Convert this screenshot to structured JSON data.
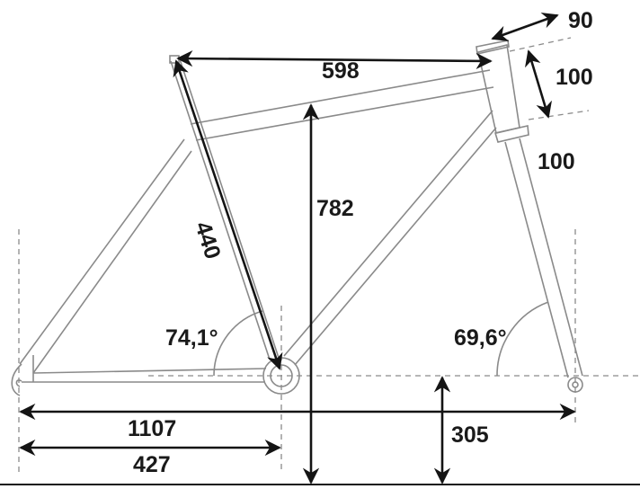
{
  "title": "Bike frame geometry",
  "dimensions": {
    "top_tube": "598",
    "seat_tube": "440",
    "stack": "782",
    "seat_angle": "74,1°",
    "head_angle": "69,6°",
    "wheelbase": "1107",
    "chainstay": "427",
    "bb_height": "305",
    "stem_length": "90",
    "head_tube": "100",
    "fork_travel": "100"
  },
  "colors": {
    "frame": "#8a8a8a",
    "dimension": "#141414"
  }
}
